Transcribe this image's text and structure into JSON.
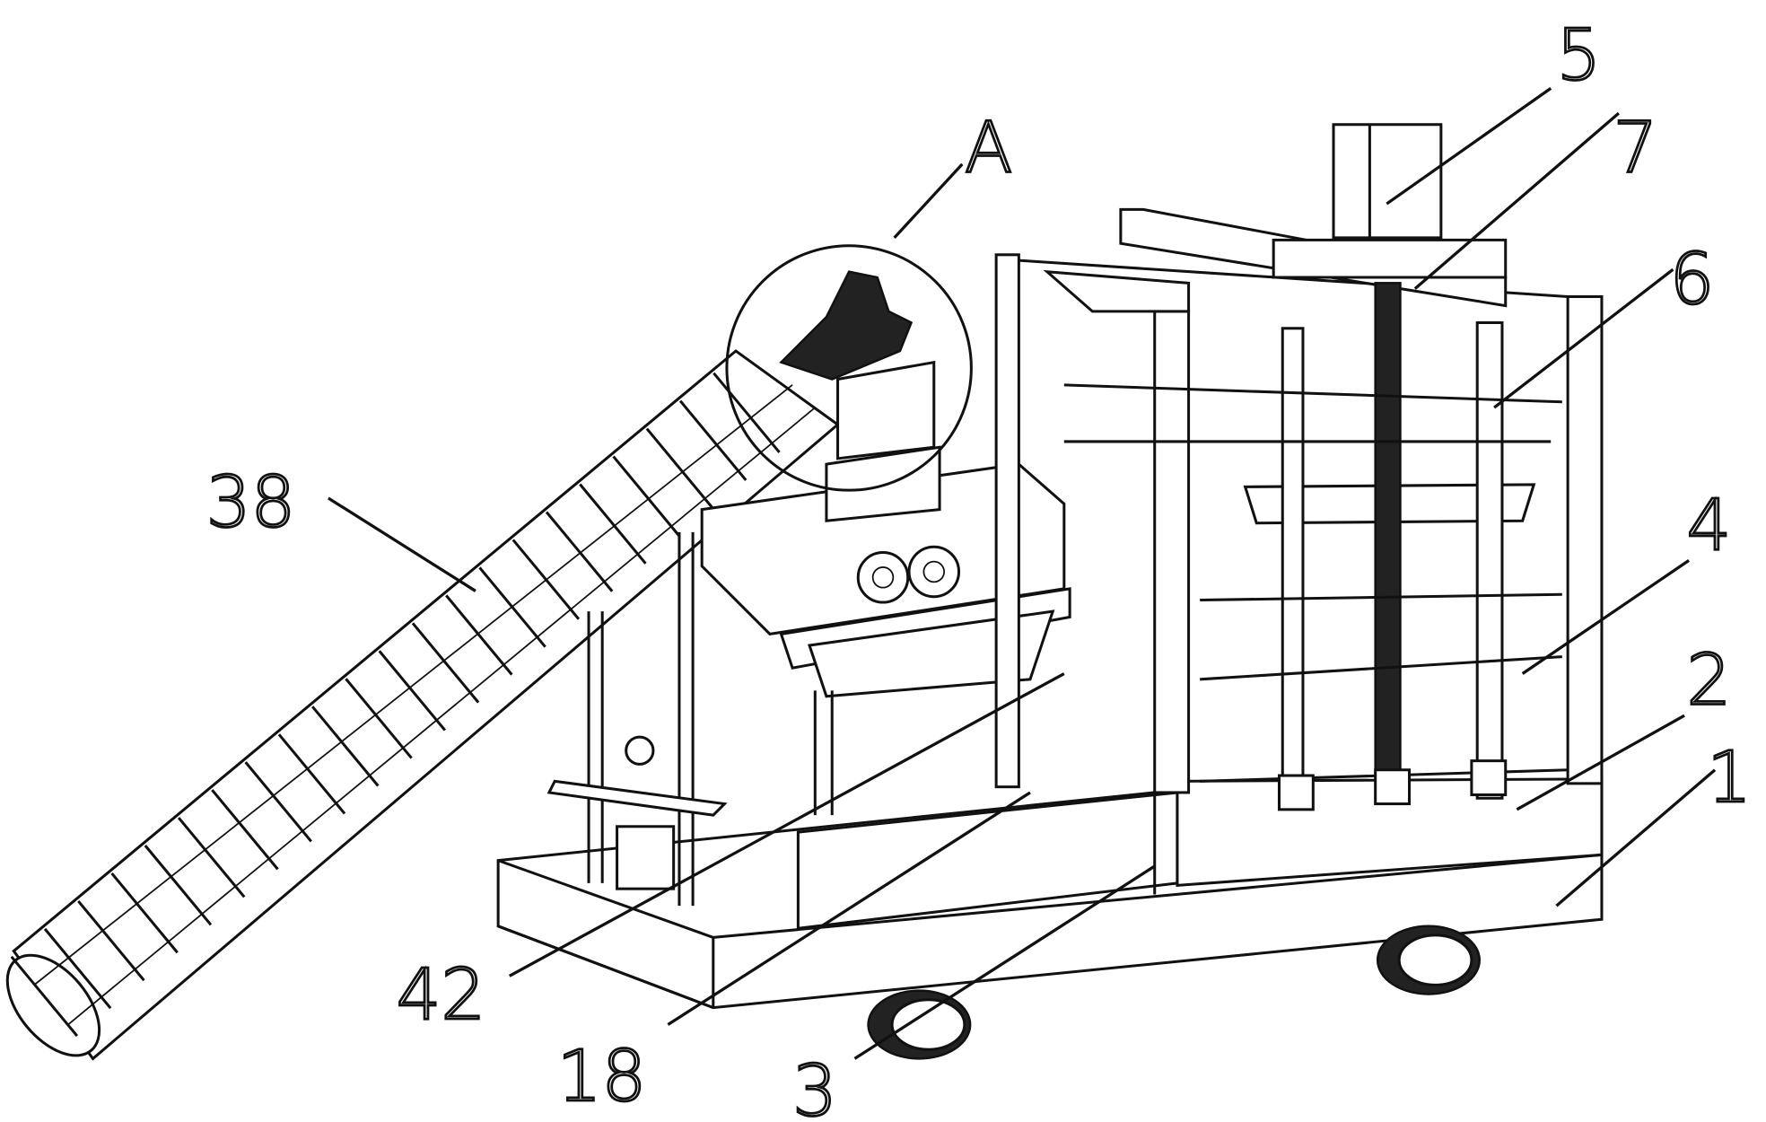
{
  "figure": {
    "labels": {
      "l5": "5",
      "l7": "7",
      "lA": "A",
      "l6": "6",
      "l38": "38",
      "l4": "4",
      "l2": "2",
      "l1": "1",
      "l42": "42",
      "l18": "18",
      "l3": "3"
    }
  }
}
